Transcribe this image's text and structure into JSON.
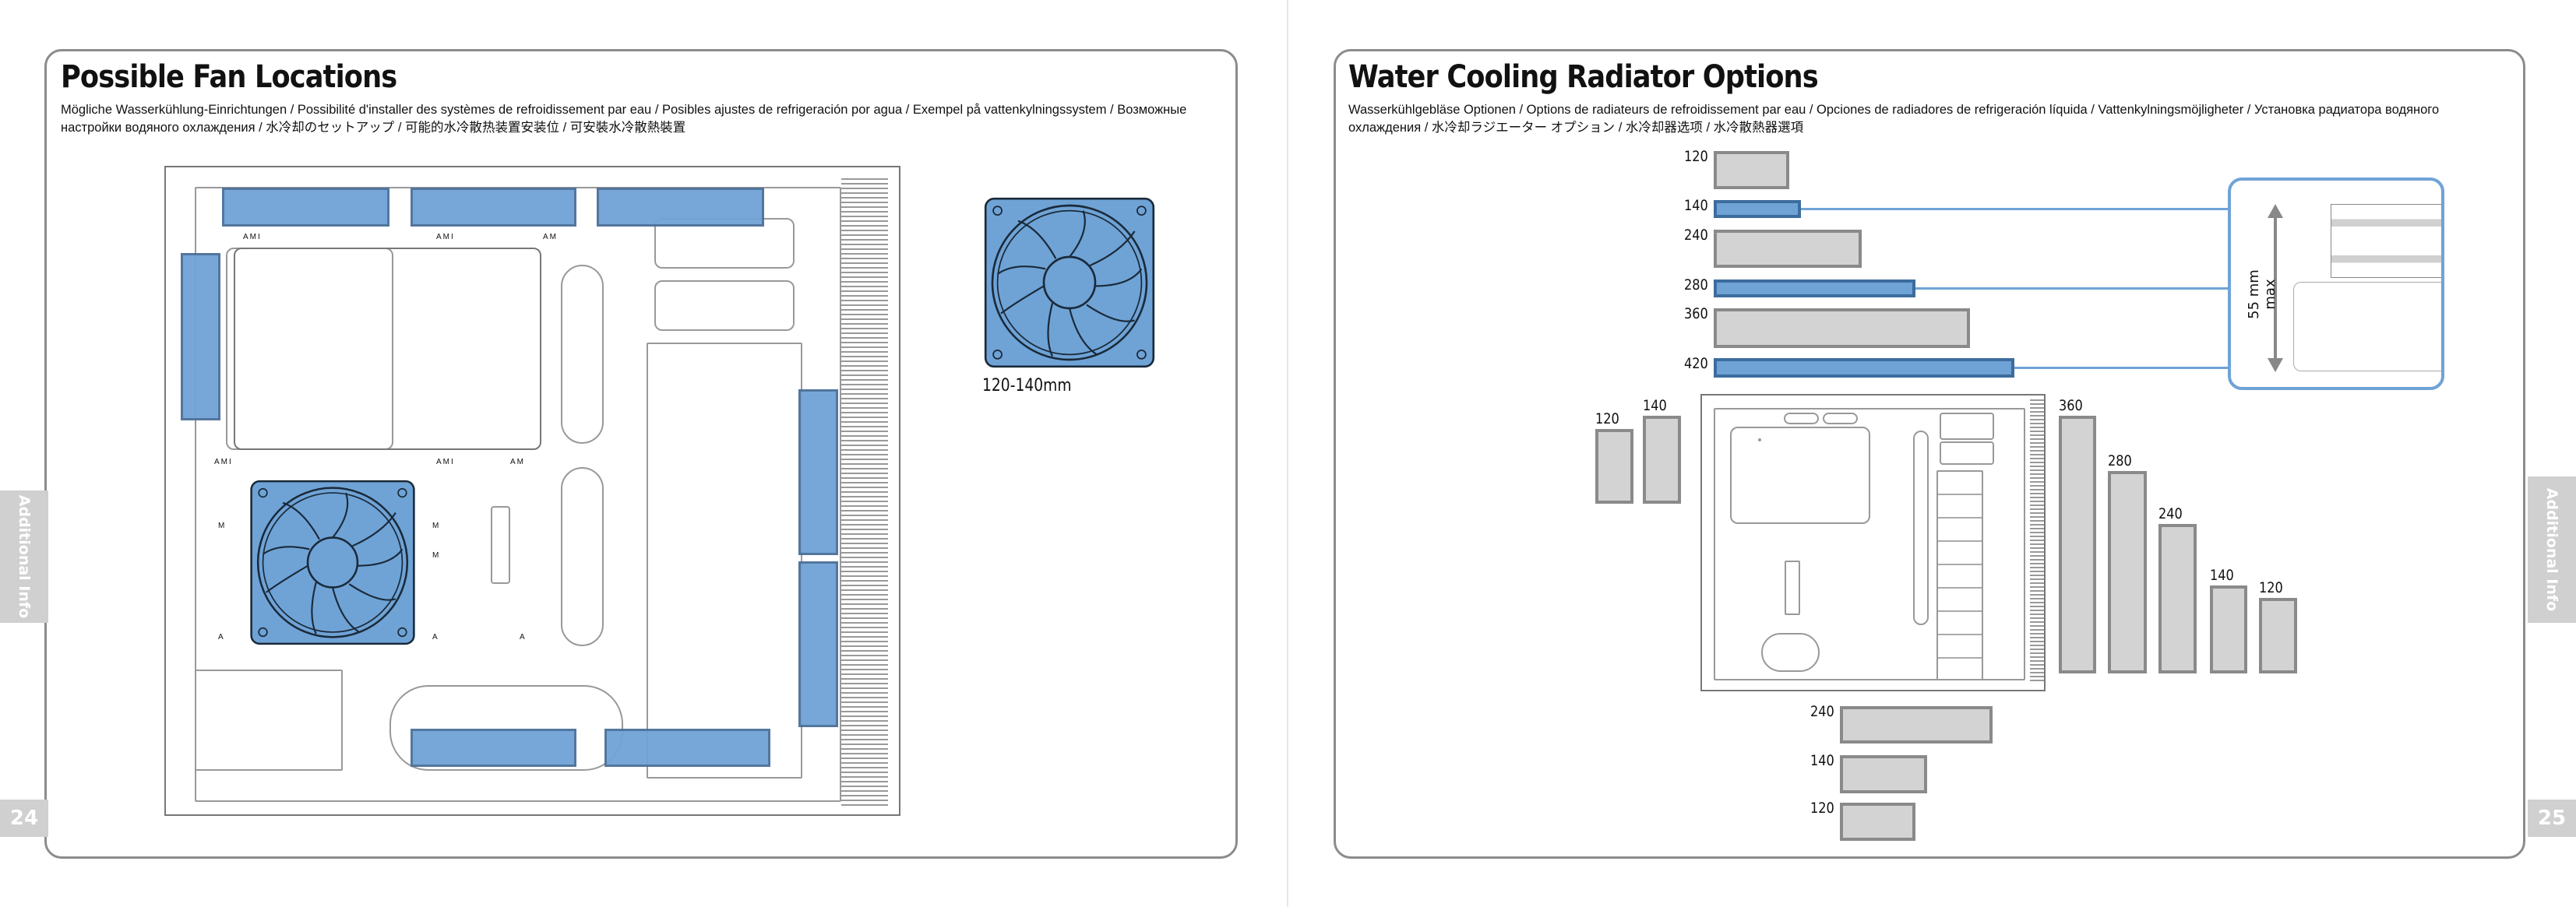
{
  "left_page": {
    "title": "Possible Fan Locations",
    "subtitle_line1": "Mögliche Wasserkühlung-Einrichtungen / Possibilité d'installer des systèmes de refroidissement par eau / Posibles ajustes de refrigeración por agua / Exempel på vattenkylningssystem / Возможные",
    "subtitle_line2": "настройки водяного охлаждения / 水冷却のセットアップ / 可能的水冷散热装置安装位 / 可安裝水冷散熱裝置",
    "fan_size_label": "120-140mm",
    "side_tab": "Additional Info",
    "page_number": "24",
    "mount_labels": [
      "AMI",
      "AMI",
      "AM",
      "AMI",
      "AMI",
      "AM",
      "M",
      "M",
      "M",
      "A",
      "A",
      "A"
    ]
  },
  "right_page": {
    "title": "Water Cooling Radiator Options",
    "subtitle_line1": "Wasserkühlgebläse Optionen / Options de radiateurs de refroidissement par eau / Opciones de radiadores de refrigeración líquida / Vattenkylningsmöjligheter / Установка радиатора водяного",
    "subtitle_line2": "охлаждения / 水冷却ラジエーター オプション / 水冷却器选项 / 水冷散熱器選項",
    "clearance_label": "55 mm max",
    "side_tab": "Additional Info",
    "page_number": "25",
    "top_radiators": [
      "120",
      "140",
      "240",
      "280",
      "360",
      "420"
    ],
    "left_radiators": [
      "120",
      "140"
    ],
    "front_radiators": [
      "360",
      "280",
      "240",
      "140",
      "120"
    ],
    "bottom_radiators": [
      "240",
      "140",
      "120"
    ]
  },
  "colors": {
    "highlight": "#6fa3d6",
    "radiator": "#d3d3d3",
    "frame": "#8c8c8c"
  }
}
